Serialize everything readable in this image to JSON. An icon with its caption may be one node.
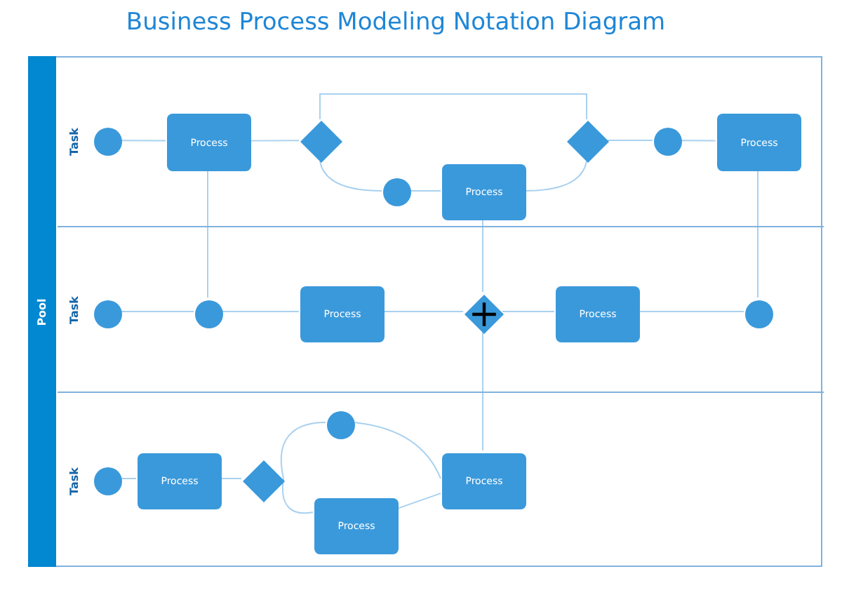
{
  "diagram": {
    "title": "Business Process Modeling Notation Diagram",
    "nodes": [
      {
        "text": [
          "Pool"
        ]
      },
      {
        "text": [
          "Task"
        ],
        "in": 0
      },
      {
        "text": [
          "Task"
        ],
        "in": 0
      },
      {
        "text": [
          "Task"
        ],
        "in": 0
      },
      {
        "text": [],
        "shape": "circle",
        "in": 1
      },
      {
        "text": [
          "Process"
        ],
        "in": 1
      },
      {
        "text": [],
        "shape": "diamond",
        "in": 1
      },
      {
        "text": [],
        "shape": "circle",
        "in": 1
      },
      {
        "text": [
          "Process"
        ],
        "in": 1
      },
      {
        "text": [],
        "shape": "diamond",
        "in": 1
      },
      {
        "text": [],
        "shape": "circle",
        "in": 1
      },
      {
        "text": [
          "Process"
        ],
        "in": 1
      },
      {
        "text": [],
        "shape": "circle",
        "in": 2
      },
      {
        "text": [],
        "shape": "circle",
        "in": 2
      },
      {
        "text": [
          "Process"
        ],
        "in": 2
      },
      {
        "text": [],
        "shape": "diamond",
        "in": 2
      },
      {
        "text": [
          "Process"
        ],
        "in": 2
      },
      {
        "text": [],
        "shape": "circle",
        "in": 2
      },
      {
        "text": [],
        "shape": "circle",
        "in": 3
      },
      {
        "text": [
          "Process"
        ],
        "in": 3
      },
      {
        "text": [],
        "shape": "diamond",
        "in": 3
      },
      {
        "text": [],
        "shape": "circle",
        "in": 3
      },
      {
        "text": [
          "Process"
        ],
        "in": 3
      },
      {
        "text": [
          "Process"
        ],
        "in": 3
      }
    ],
    "edges": [
      {
        "from": 4,
        "to": 5,
        "arrow": "none"
      },
      {
        "from": 5,
        "to": 6,
        "arrow": "none"
      },
      {
        "from": 6,
        "to": 9,
        "arrow": "none"
      },
      {
        "from": 6,
        "to": 7,
        "arrow": "none"
      },
      {
        "from": 7,
        "to": 8,
        "arrow": "none"
      },
      {
        "from": 8,
        "to": 9,
        "arrow": "none"
      },
      {
        "from": 9,
        "to": 10,
        "arrow": "none"
      },
      {
        "from": 10,
        "to": 11,
        "arrow": "none"
      },
      {
        "from": 5,
        "to": 13,
        "arrow": "none"
      },
      {
        "from": 11,
        "to": 17,
        "arrow": "none"
      },
      {
        "from": 8,
        "to": 15,
        "arrow": "none"
      },
      {
        "from": 15,
        "to": 23,
        "arrow": "none"
      },
      {
        "from": 12,
        "to": 13,
        "arrow": "none"
      },
      {
        "from": 13,
        "to": 14,
        "arrow": "none"
      },
      {
        "from": 14,
        "to": 15,
        "arrow": "none"
      },
      {
        "from": 15,
        "to": 16,
        "arrow": "none"
      },
      {
        "from": 16,
        "to": 17,
        "arrow": "none"
      },
      {
        "from": 18,
        "to": 19,
        "arrow": "none"
      },
      {
        "from": 19,
        "to": 20,
        "arrow": "none"
      },
      {
        "from": 20,
        "to": 21,
        "arrow": "none"
      },
      {
        "from": 21,
        "to": 23,
        "arrow": "none"
      },
      {
        "from": 20,
        "to": 22,
        "arrow": "none"
      },
      {
        "from": 22,
        "to": 23,
        "arrow": "none"
      }
    ]
  }
}
